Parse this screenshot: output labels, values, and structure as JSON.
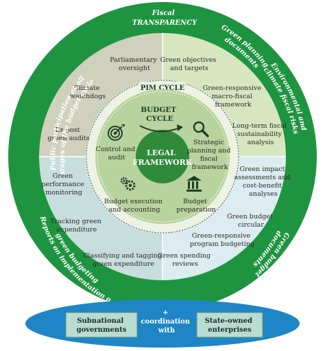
{
  "colors": {
    "outer_ring": "#1f9440",
    "top_left": "#cfd1bd",
    "top_right": "#d7e6c0",
    "bottom_left": "#c8dedd",
    "bottom_right": "#dcecf0",
    "pim_ring": "#eef2e2",
    "inner_disk": "#b8d39d",
    "legal": "#2f8a3a",
    "ellipse": "#1e86c6",
    "box": "#b8dccf"
  },
  "outer_ring": {
    "fiscal_transparency": [
      "Fiscal",
      "transparency"
    ],
    "green_planning": [
      "Green planning",
      "documents"
    ],
    "env_risks": [
      "Environmental and",
      "climate fiscal risks"
    ],
    "green_budget_docs": [
      "Green budget",
      "documents"
    ],
    "reports": [
      "Reports on implementation of",
      "green budgeting"
    ],
    "public_participation": [
      "Public participation at all",
      "stages of the budget cycle"
    ]
  },
  "quadrants": {
    "parliamentary": [
      "Parliamentary",
      "oversight"
    ],
    "climate_watchdogs": [
      "Climate",
      "watchdogs"
    ],
    "ex_post": [
      "Ex post",
      "green audits"
    ],
    "green_objectives": [
      "Green objectives",
      "and targets"
    ],
    "macro_fiscal": [
      "Green-responsive",
      "macro-fiscal",
      "framework"
    ],
    "long_term": [
      "Long-term fiscal",
      "sustainability",
      "analysis"
    ],
    "impact": [
      "Green impact",
      "assessments and",
      "cost-benefit",
      "analyses"
    ],
    "circular": [
      "Green budget",
      "circular"
    ],
    "program_budgeting": [
      "Green-responsive",
      "program budgeting"
    ],
    "spending_reviews": [
      "Green spending",
      "reviews"
    ],
    "performance": [
      "Green",
      "performance",
      "monitoring"
    ],
    "tracking": [
      "Tracking green",
      "expenditure"
    ],
    "tagging": [
      "Classifying and tagging",
      "green expenditure"
    ]
  },
  "pim_cycle": "PIM CYCLE",
  "budget_cycle": [
    "BUDGET",
    "CYCLE"
  ],
  "stages": {
    "control": [
      "Control and",
      "audit"
    ],
    "planning": [
      "Strategic",
      "planning and",
      "fiscal",
      "framework"
    ],
    "execution": [
      "Budget execution",
      "and accounting"
    ],
    "preparation": [
      "Budget",
      "preparation"
    ]
  },
  "icons": {
    "control": "target-icon",
    "planning": "magnifier-icon",
    "execution": "gears-icon",
    "preparation": "government-building-icon",
    "cycle": "curved-arrow-icon"
  },
  "legal": [
    "LEGAL",
    "FRAMEWORK"
  ],
  "bottom": {
    "left_box": [
      "Subnational",
      "governments"
    ],
    "center": [
      "+",
      "coordination",
      "with"
    ],
    "right_box": [
      "State-owned",
      "enterprises"
    ]
  }
}
